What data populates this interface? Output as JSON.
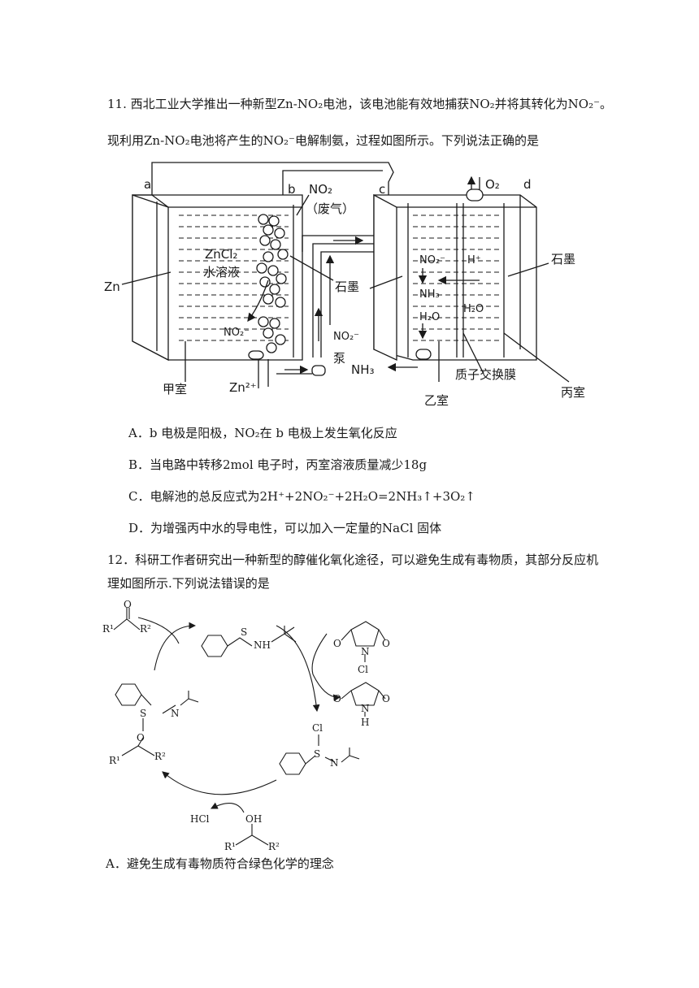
{
  "q11": {
    "line1": "11. 西北工业大学推出一种新型Zn-NO₂电池，该电池能有效地捕获NO₂并将其转化为NO₂⁻。",
    "line2": "现利用Zn-NO₂电池将产生的NO₂⁻电解制氨，过程如图所示。下列说法正确的是",
    "figure": {
      "a": "a",
      "b": "b",
      "c": "c",
      "d": "d",
      "no2_gas": "NO₂",
      "waste": "（废气）",
      "o2": "O₂",
      "zncl2": "ZnCl₂",
      "aqueous": "水溶液",
      "zn": "Zn",
      "graphite_center": "石墨",
      "graphite_right": "石墨",
      "no2_minus_left": "NO₂⁻",
      "no2_minus_pipe": "NO₂⁻",
      "pump": "泵",
      "nh3_out": "NH₃",
      "zn2plus": "Zn²⁺",
      "jia": "甲室",
      "yi": "乙室",
      "bing": "丙室",
      "membrane": "质子交换膜",
      "in_no2": "NO₂⁻",
      "in_h": "H⁺",
      "in_nh3": "NH₃",
      "in_h2o_left": "H₂O",
      "in_h2o_right": "H₂O"
    },
    "options": [
      "A．b 电极是阳极，NO₂在 b 电极上发生氧化反应",
      "B．当电路中转移2mol 电子时，丙室溶液质量减少18g",
      "C．电解池的总反应式为2H⁺+2NO₂⁻+2H₂O=2NH₃↑+3O₂↑",
      "D．为增强丙中水的导电性，可以加入一定量的NaCl 固体"
    ]
  },
  "q12": {
    "line1": "12．科研工作者研究出一种新型的醇催化氧化途径，可以避免生成有毒物质，其部分反应机",
    "line2": "理如图所示.下列说法错误的是",
    "figure": {
      "ketone_o": "O",
      "r1_top": "R¹",
      "r2_top": "R²",
      "s": "S",
      "nh": "NH",
      "ncs_o1": "O",
      "ncs_o2": "O",
      "ncs_n": "N",
      "ncs_cl": "Cl",
      "ns_o1": "O",
      "ns_o2": "O",
      "ns_n": "N",
      "ns_h": "H",
      "left_s": "S",
      "left_n": "N",
      "left_o": "O",
      "left_r1": "R¹",
      "left_r2": "R²",
      "right_cl": "Cl",
      "right_s": "S",
      "right_n": "N",
      "hcl": "HCl",
      "oh": "OH",
      "bot_r1": "R¹",
      "bot_r2": "R²"
    },
    "options": [
      "A．避免生成有毒物质符合绿色化学的理念"
    ]
  }
}
